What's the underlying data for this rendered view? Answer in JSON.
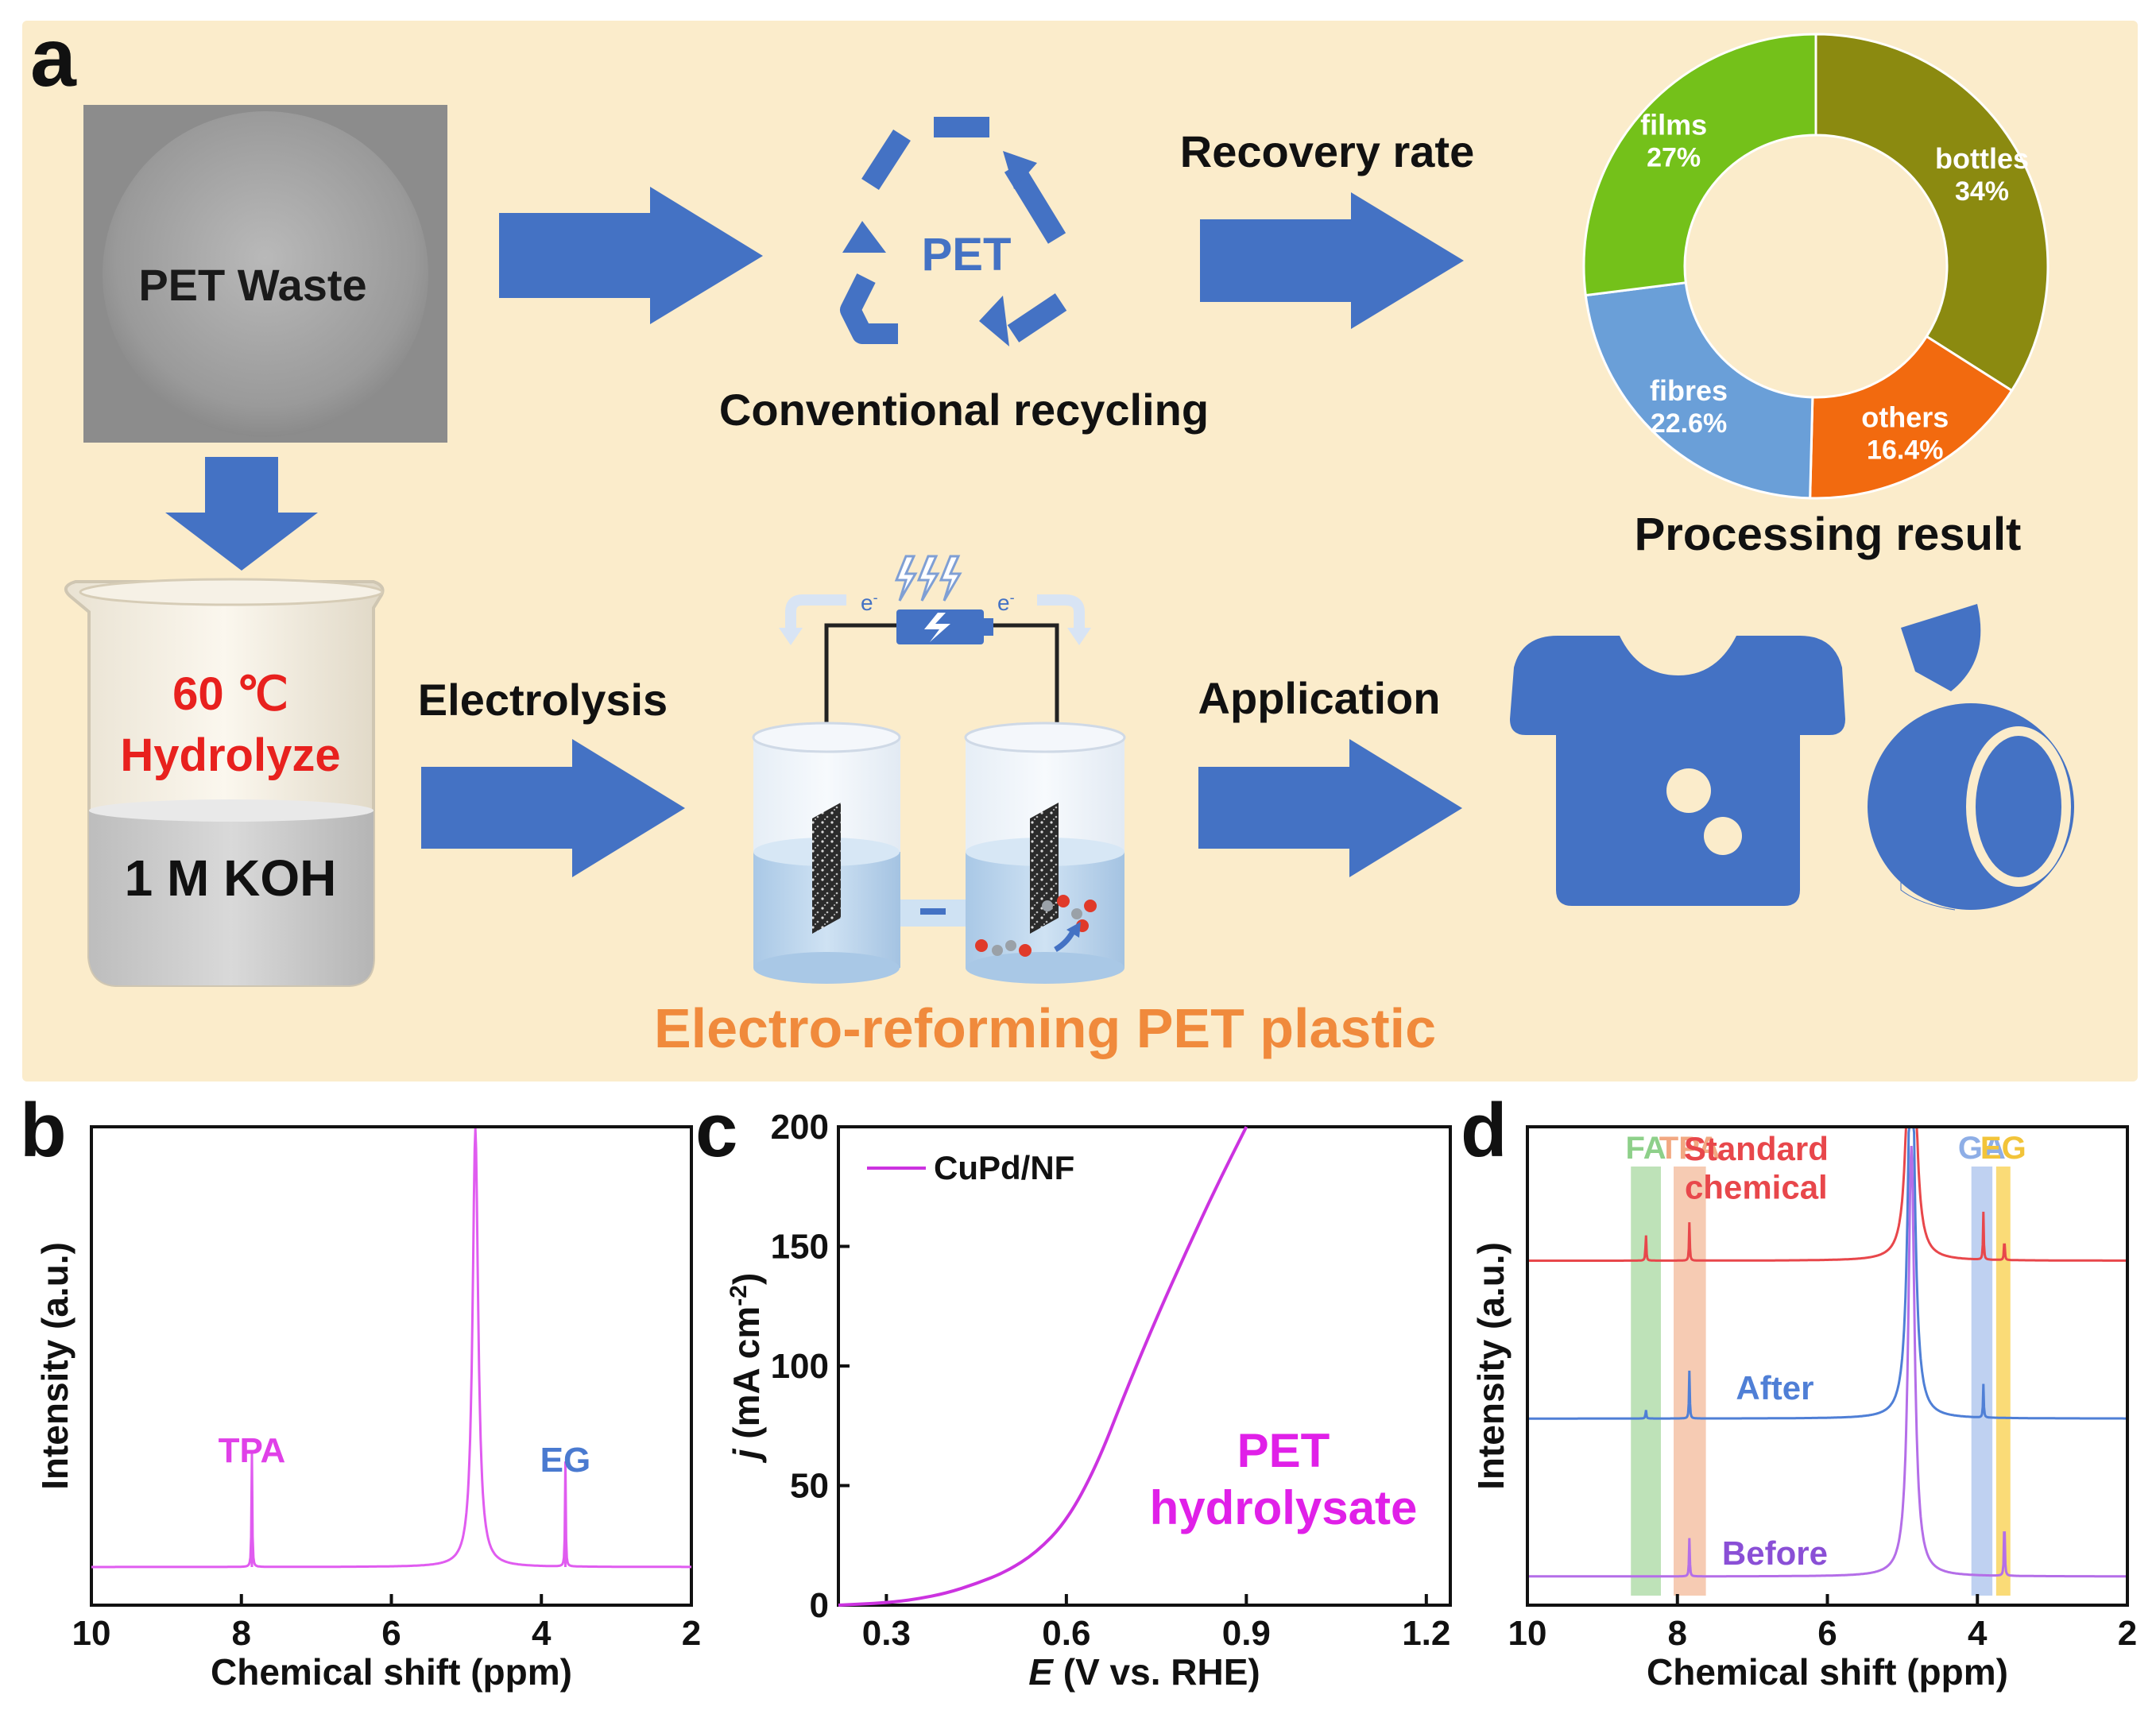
{
  "panel_a": {
    "panel_letter": "a",
    "pet_waste_label": "PET Waste",
    "recycle_symbol_label": "PET",
    "conventional_recycling_label": "Conventional recycling",
    "recovery_rate_label": "Recovery rate",
    "processing_result_label": "Processing result",
    "beaker_temp_label": "60 ℃",
    "beaker_action_label": "Hydrolyze",
    "beaker_solution_label": "1 M KOH",
    "electrolysis_label": "Electrolysis",
    "application_label": "Application",
    "electron_label": "e",
    "electron_sup": "-",
    "footer_title": "Electro-reforming PET plastic",
    "colors": {
      "background": "#fbeccb",
      "arrow": "#4472c4",
      "footer": "#f08a3c",
      "beaker_text_red": "#e8211e",
      "icon_blue": "#4472c4"
    }
  },
  "panel_b": {
    "panel_letter": "b",
    "chart_data": {
      "type": "line",
      "xlabel": "Chemical shift (ppm)",
      "ylabel": "Intensity (a.u.)",
      "xlim": [
        10,
        2
      ],
      "x_reversed": true,
      "xticks": [
        10,
        8,
        6,
        4,
        2
      ],
      "series": [
        {
          "color": "#e05cf0",
          "baseline": 0.08,
          "peaks": [
            {
              "x": 7.86,
              "height": 0.24,
              "label": "TPA"
            },
            {
              "x": 4.88,
              "height": 1.0
            },
            {
              "x": 3.68,
              "height": 0.22,
              "label": "EG"
            }
          ]
        }
      ],
      "annotations": [
        {
          "text": "TPA",
          "color": "#e040e8"
        },
        {
          "text": "EG",
          "color": "#4a7ad0"
        }
      ]
    }
  },
  "panel_c": {
    "panel_letter": "c",
    "chart_data": {
      "type": "line",
      "xlabel_italic": "E",
      "xlabel_rest": " (V vs. RHE)",
      "ylabel_italic": "j",
      "ylabel_rest": " (mA cm",
      "ylabel_sup": "-2",
      "ylabel_end": ")",
      "xlim": [
        0.22,
        1.24
      ],
      "ylim": [
        0,
        200
      ],
      "xticks": [
        0.3,
        0.6,
        0.9,
        1.2
      ],
      "yticks": [
        0,
        50,
        100,
        150,
        200
      ],
      "series": [
        {
          "name": "CuPd/NF",
          "color": "#cc33e0",
          "x": [
            0.22,
            0.3,
            0.35,
            0.4,
            0.45,
            0.5,
            0.55,
            0.6,
            0.65,
            0.7,
            0.75,
            0.8,
            0.85,
            0.9
          ],
          "y": [
            0,
            1,
            2.5,
            5,
            9,
            14,
            22,
            35,
            58,
            90,
            120,
            148,
            175,
            200
          ]
        }
      ],
      "annotation_line1": "PET",
      "annotation_line2": "hydrolysate"
    }
  },
  "panel_d": {
    "panel_letter": "d",
    "chart_data": {
      "type": "line",
      "xlabel": "Chemical shift (ppm)",
      "ylabel": "Intensity (a.u.)",
      "xlim": [
        10,
        2
      ],
      "x_reversed": true,
      "xticks": [
        10,
        8,
        6,
        4,
        2
      ],
      "bands": [
        {
          "label": "FA",
          "x_from": 8.62,
          "x_to": 8.22,
          "color": "#a8d8a0",
          "label_color": "#8ed08a"
        },
        {
          "label": "TPA",
          "x_from": 8.05,
          "x_to": 7.62,
          "color": "#f3b99a",
          "label_color": "#f2a882"
        },
        {
          "label": "GA",
          "x_from": 4.08,
          "x_to": 3.8,
          "color": "#a9c1ec",
          "label_color": "#8eaee6"
        },
        {
          "label": "EG",
          "x_from": 3.75,
          "x_to": 3.56,
          "color": "#f8cf4a",
          "label_color": "#f2c43a"
        }
      ],
      "series": [
        {
          "name": "Standard chemical",
          "name_line1": "Standard",
          "name_line2": "chemical",
          "color": "#e8474b",
          "baseline": 0.72,
          "peaks": [
            {
              "x": 8.42,
              "h": 0.06
            },
            {
              "x": 7.84,
              "h": 0.08
            },
            {
              "x": 4.88,
              "h": 0.9
            },
            {
              "x": 3.92,
              "h": 0.1
            },
            {
              "x": 3.64,
              "h": 0.05
            }
          ]
        },
        {
          "name": "After",
          "color": "#4f7fd6",
          "baseline": 0.39,
          "peaks": [
            {
              "x": 8.42,
              "h": 0.02
            },
            {
              "x": 7.84,
              "h": 0.1
            },
            {
              "x": 4.88,
              "h": 0.9
            },
            {
              "x": 3.92,
              "h": 0.07
            }
          ]
        },
        {
          "name": "Before",
          "color": "#b46ee8",
          "baseline": 0.06,
          "peaks": [
            {
              "x": 7.84,
              "h": 0.08
            },
            {
              "x": 4.88,
              "h": 0.9
            },
            {
              "x": 3.64,
              "h": 0.14
            }
          ]
        }
      ]
    }
  },
  "donut_chart": {
    "chart_data": {
      "type": "pie",
      "donut": true,
      "slices": [
        {
          "label": "bottles",
          "value": 34,
          "display": "34%",
          "color": "#8b8a10"
        },
        {
          "label": "others",
          "value": 16.4,
          "display": "16.4%",
          "color": "#f26a0f"
        },
        {
          "label": "fibres",
          "value": 22.6,
          "display": "22.6%",
          "color": "#6a9fd8"
        },
        {
          "label": "films",
          "value": 27,
          "display": "27%",
          "color": "#74c11a"
        }
      ]
    }
  }
}
